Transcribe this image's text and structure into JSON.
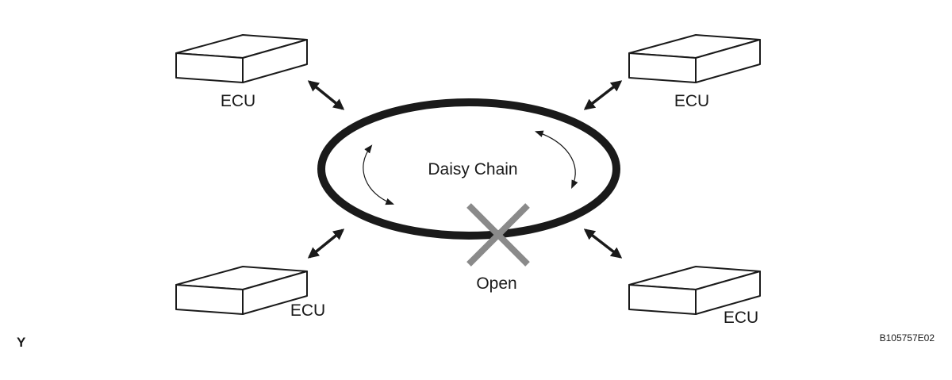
{
  "diagram": {
    "ecu_label": "ECU",
    "center_label": "Daisy Chain",
    "break_label": "Open",
    "corner_mark": "Y",
    "figure_id": "B105757E02"
  },
  "colors": {
    "ink": "#1a1a1a",
    "break_mark": "#8a8a8a",
    "background": "#ffffff"
  },
  "icons": {
    "break_mark": "cross-icon",
    "connection": "double-arrow-icon"
  }
}
